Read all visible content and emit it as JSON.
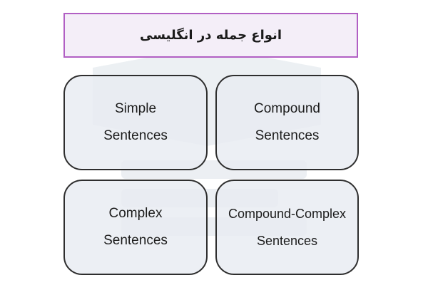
{
  "title": "انواع جمله در انگلیسی",
  "cards": [
    {
      "line1": "Simple",
      "line2": "Sentences"
    },
    {
      "line1": "Compound",
      "line2": "Sentences"
    },
    {
      "line1": "Complex",
      "line2": "Sentences"
    },
    {
      "line1": "Compound-Complex",
      "line2": "Sentences"
    }
  ],
  "colors": {
    "title_border": "#b15fc4",
    "title_background": "#f4eef8",
    "card_border": "#2e2e2e",
    "card_background": "#e8ecf2"
  }
}
